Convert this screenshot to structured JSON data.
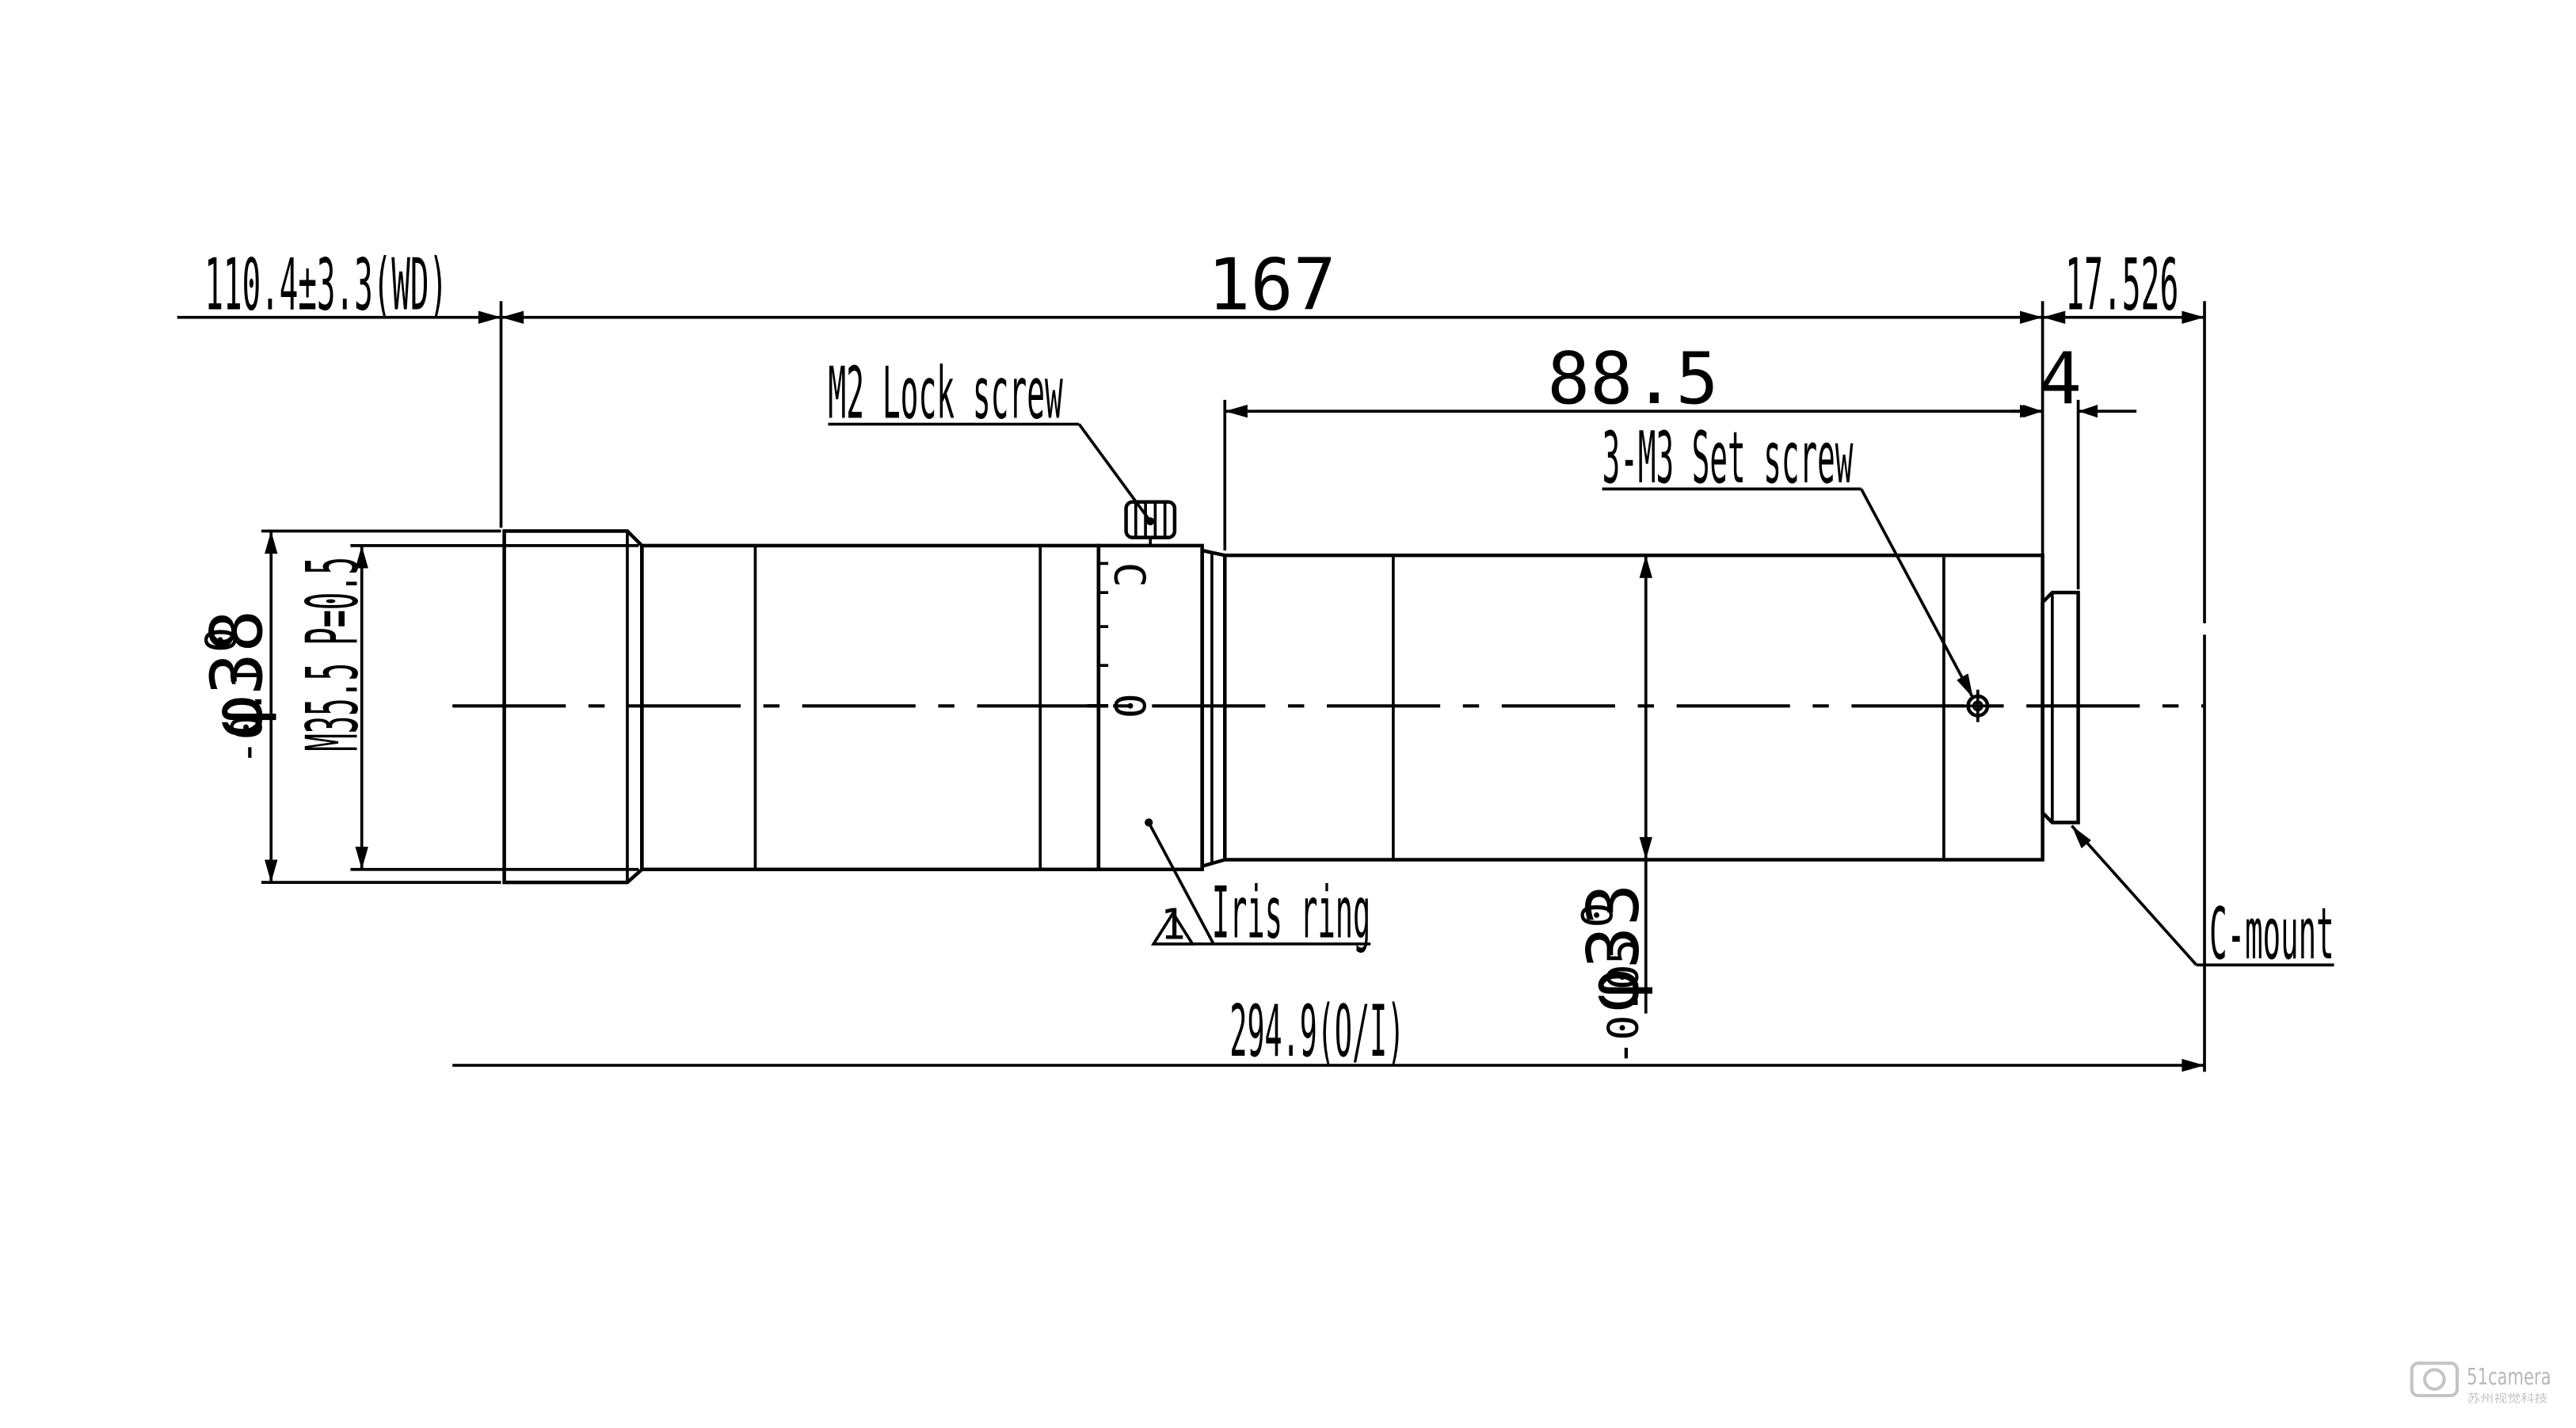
{
  "dimensions": {
    "working_distance": "110.4±3.3(WD)",
    "body_length": "167",
    "flange_back": "17.526",
    "rear_section": "88.5",
    "mount_thread": "4",
    "overall_length": "294.9(O/I)",
    "front_thread": "M35.5 P=0.5",
    "front_diameter": {
      "main": "φ38",
      "upper": "0",
      "lower": "-0.1"
    },
    "rear_diameter": {
      "main": "φ33",
      "upper": "0",
      "lower": "-0.05"
    }
  },
  "callouts": {
    "lock_screw": "M2 Lock screw",
    "set_screw": "3-M3 Set screw",
    "iris_ring": "Iris ring",
    "iris_note": "1",
    "mount": "C-mount"
  },
  "iris_scale": {
    "c_mark": "C",
    "zero_mark": "0"
  },
  "watermark": {
    "brand": "51camera",
    "sub": "苏州视觉科技"
  }
}
